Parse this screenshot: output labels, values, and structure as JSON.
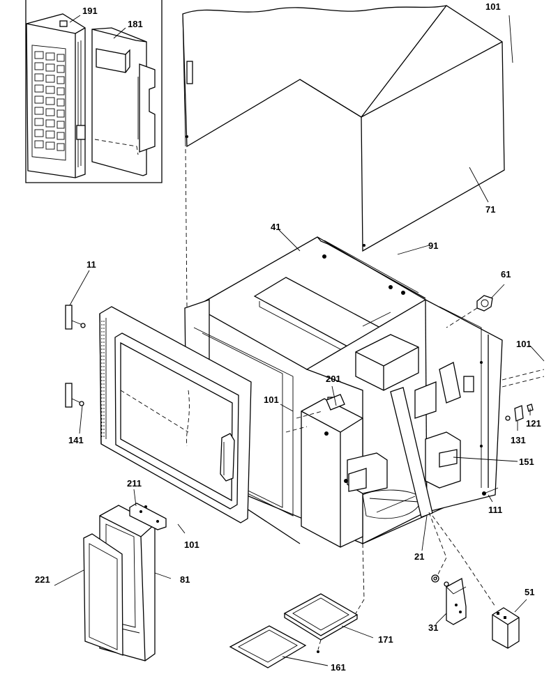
{
  "callouts": [
    {
      "id": "c191",
      "label": "191"
    },
    {
      "id": "c181",
      "label": "181"
    },
    {
      "id": "c101a",
      "label": "101"
    },
    {
      "id": "c71",
      "label": "71"
    },
    {
      "id": "c41",
      "label": "41"
    },
    {
      "id": "c91",
      "label": "91"
    },
    {
      "id": "c61",
      "label": "61"
    },
    {
      "id": "c11",
      "label": "11"
    },
    {
      "id": "c101b",
      "label": "101"
    },
    {
      "id": "c201",
      "label": "201"
    },
    {
      "id": "c101c",
      "label": "101"
    },
    {
      "id": "c121",
      "label": "121"
    },
    {
      "id": "c131",
      "label": "131"
    },
    {
      "id": "c141",
      "label": "141"
    },
    {
      "id": "c151",
      "label": "151"
    },
    {
      "id": "c211",
      "label": "211"
    },
    {
      "id": "c111",
      "label": "111"
    },
    {
      "id": "c101d",
      "label": "101"
    },
    {
      "id": "c21",
      "label": "21"
    },
    {
      "id": "c221",
      "label": "221"
    },
    {
      "id": "c81",
      "label": "81"
    },
    {
      "id": "c51",
      "label": "51"
    },
    {
      "id": "c31",
      "label": "31"
    },
    {
      "id": "c171",
      "label": "171"
    },
    {
      "id": "c161",
      "label": "161"
    }
  ]
}
